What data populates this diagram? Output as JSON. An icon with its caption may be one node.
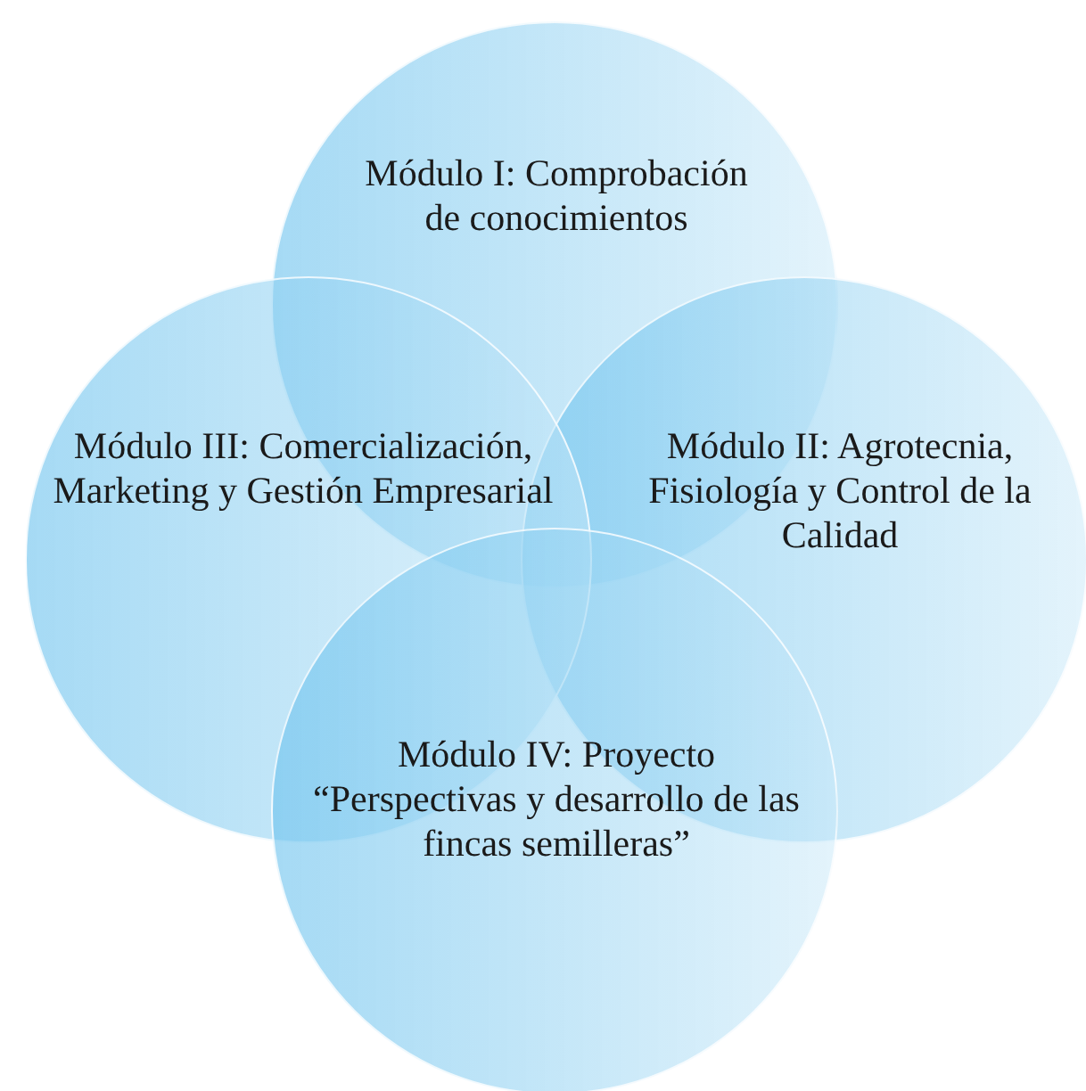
{
  "diagram": {
    "nodes": [
      {
        "text": [
          "Módulo I: Comprobación de conocimientos"
        ]
      },
      {
        "text": [
          "Módulo II: Agrotecnia, Fisiología y Control de la Calidad"
        ]
      },
      {
        "text": [
          "Módulo III: Comercialización, Marketing y Gestión Empresarial"
        ]
      },
      {
        "text": [
          "Módulo IV: Proyecto “Perspectivas y desarrollo de las fincas semilleras”"
        ]
      }
    ]
  }
}
